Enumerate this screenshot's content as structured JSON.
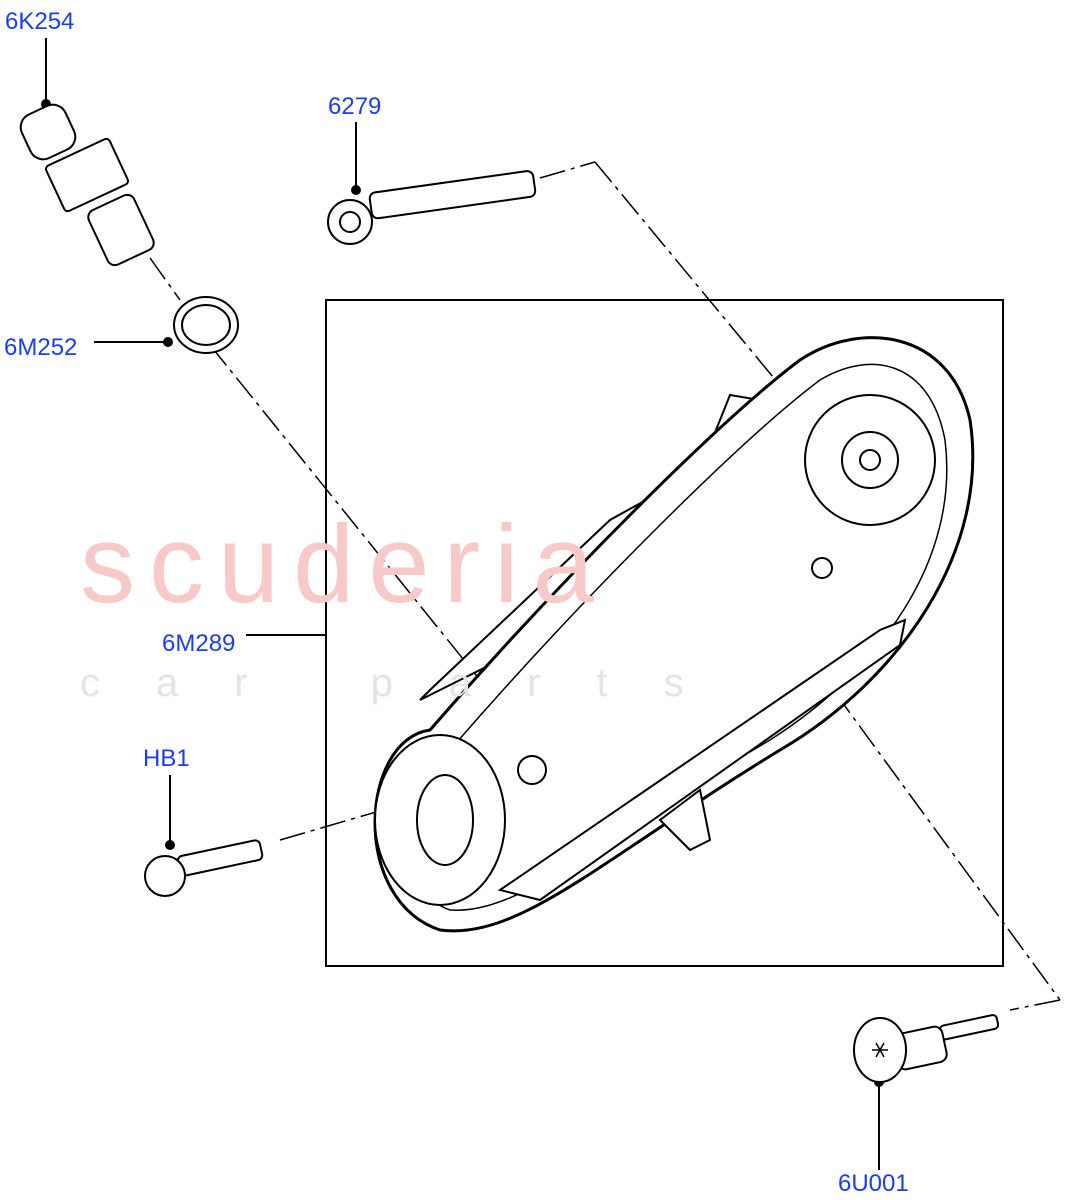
{
  "watermark": {
    "brand": "scuderia",
    "sub": "car parts"
  },
  "colors": {
    "label": "#1a3cff",
    "line": "#000000",
    "watermark": "#f7c9c9"
  },
  "callouts": [
    {
      "id": "6K254",
      "part": "sensor"
    },
    {
      "id": "6279",
      "part": "bolt"
    },
    {
      "id": "6M252",
      "part": "sealing-washer"
    },
    {
      "id": "6M289",
      "part": "timing-chain-kit"
    },
    {
      "id": "HB1",
      "part": "bolt"
    },
    {
      "id": "6U001",
      "part": "torx-bolt"
    }
  ]
}
